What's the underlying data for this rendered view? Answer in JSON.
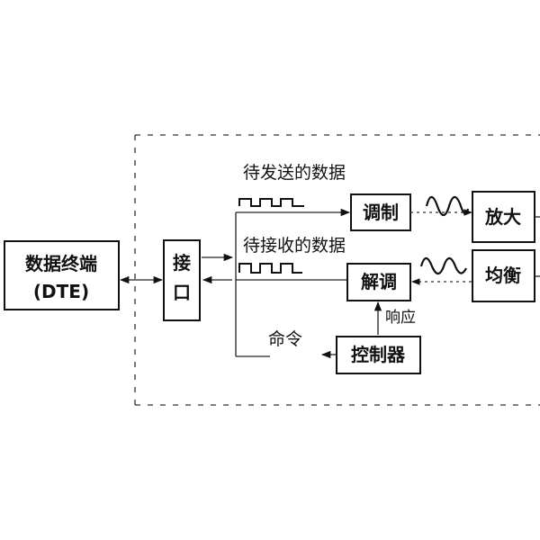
{
  "blocks": {
    "dte_line1": "数据终端",
    "dte_line2": "(DTE)",
    "interface_line1": "接",
    "interface_line2": "口",
    "modulation": "调制",
    "demodulation": "解调",
    "controller": "控制器",
    "amplify": "放大",
    "equalize": "均衡"
  },
  "labels": {
    "data_to_send": "待发送的数据",
    "data_to_receive": "待接收的数据",
    "command": "命令",
    "response": "响应"
  }
}
